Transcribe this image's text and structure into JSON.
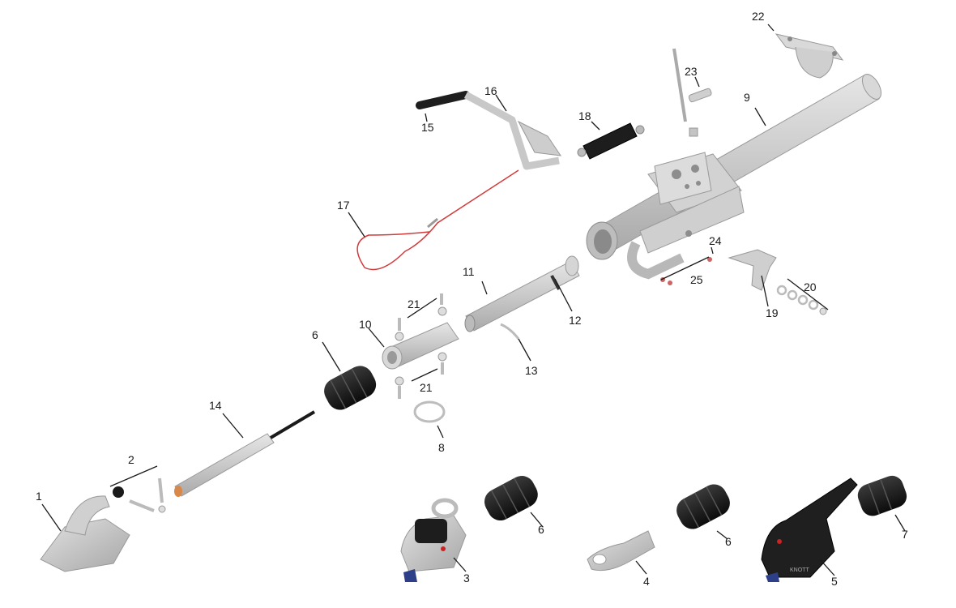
{
  "callouts": {
    "c1": "1",
    "c2": "2",
    "c3": "3",
    "c4": "4",
    "c5": "5",
    "c6a": "6",
    "c6b": "6",
    "c6c": "6",
    "c7": "7",
    "c8": "8",
    "c9": "9",
    "c10": "10",
    "c11": "11",
    "c12": "12",
    "c13": "13",
    "c14": "14",
    "c15": "15",
    "c16": "16",
    "c17": "17",
    "c18": "18",
    "c19": "19",
    "c20": "20",
    "c21a": "21",
    "c21b": "21",
    "c22": "22",
    "c23": "23",
    "c24": "24",
    "c25": "25"
  },
  "brand_mark": "KNOTT"
}
